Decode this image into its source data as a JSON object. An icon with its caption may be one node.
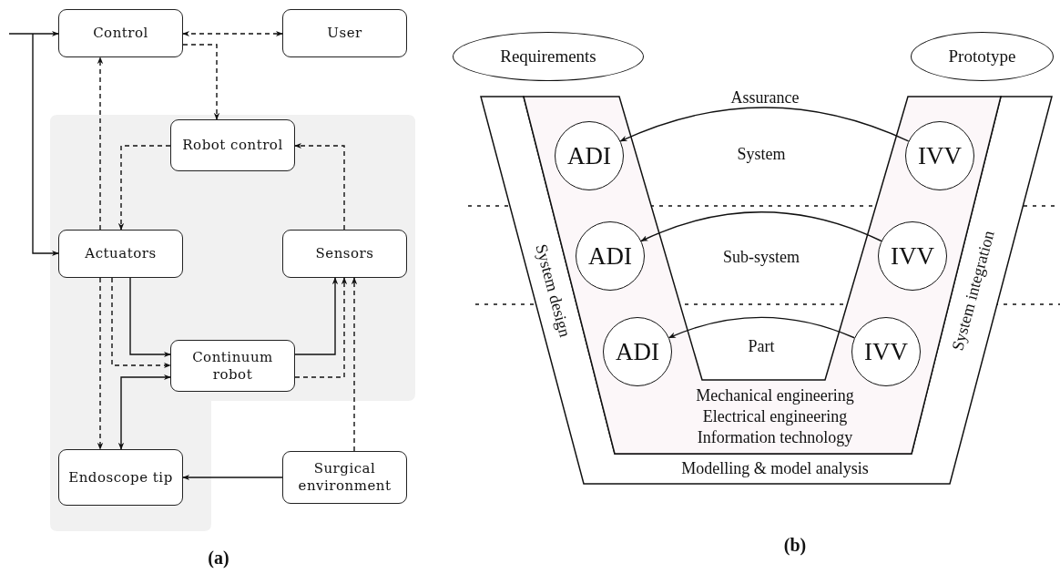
{
  "diagram": {
    "nodes": [
      {
        "text": [
          "Control"
        ]
      },
      {
        "text": [
          "User"
        ]
      },
      {
        "text": [
          "Robot control"
        ]
      },
      {
        "text": [
          "Actuators"
        ]
      },
      {
        "text": [
          "Sensors"
        ]
      },
      {
        "text": [
          "Continuum robot"
        ]
      },
      {
        "text": [
          "Endoscope tip"
        ]
      },
      {
        "text": [
          "Surgical environment"
        ]
      },
      {
        "text": [
          "Requirements"
        ]
      },
      {
        "text": [
          "Prototype"
        ]
      },
      {
        "text": [
          "System design",
          "System integration",
          "Modelling & model analysis"
        ]
      },
      {
        "text": [
          "Mechanical engineering",
          "Electrical engineering",
          "Information technology"
        ],
        "in": 10
      },
      {
        "text": [
          "ADI"
        ],
        "in": 11
      },
      {
        "text": [
          "IVV"
        ],
        "in": 11
      },
      {
        "text": [
          "ADI"
        ],
        "in": 11
      },
      {
        "text": [
          "IVV"
        ],
        "in": 11
      },
      {
        "text": [
          "ADI"
        ],
        "in": 11
      },
      {
        "text": [
          "IVV"
        ],
        "in": 11
      }
    ],
    "edges": [
      {
        "from": null,
        "to": 0,
        "arrow": "to"
      },
      {
        "from": null,
        "to": 3,
        "arrow": "to"
      },
      {
        "from": 0,
        "to": 1,
        "arrow": "both",
        "style": "dashed"
      },
      {
        "from": 0,
        "to": 2,
        "arrow": "to",
        "style": "dashed"
      },
      {
        "from": 3,
        "to": 0,
        "arrow": "to",
        "style": "dashed"
      },
      {
        "from": 2,
        "to": 3,
        "arrow": "to",
        "style": "dashed"
      },
      {
        "from": 4,
        "to": 2,
        "arrow": "to",
        "style": "dashed"
      },
      {
        "from": 3,
        "to": 5,
        "arrow": "to"
      },
      {
        "from": 3,
        "to": 5,
        "arrow": "to",
        "style": "dashed"
      },
      {
        "from": 3,
        "to": 6,
        "arrow": "to",
        "style": "dashed"
      },
      {
        "from": 5,
        "to": 6,
        "arrow": "both"
      },
      {
        "from": 5,
        "to": 4,
        "arrow": "to"
      },
      {
        "from": 5,
        "to": 4,
        "arrow": "to",
        "style": "dashed"
      },
      {
        "from": 7,
        "to": 4,
        "arrow": "to",
        "style": "dashed"
      },
      {
        "from": 7,
        "to": 6,
        "arrow": "to"
      },
      {
        "from": 13,
        "to": 12,
        "arrow": "to"
      },
      {
        "from": 15,
        "to": 14,
        "arrow": "to"
      },
      {
        "from": 17,
        "to": 16,
        "arrow": "to"
      }
    ],
    "labels": [
      "Assurance",
      "System",
      "Sub-system",
      "Part",
      "(a)",
      "(b)"
    ]
  }
}
